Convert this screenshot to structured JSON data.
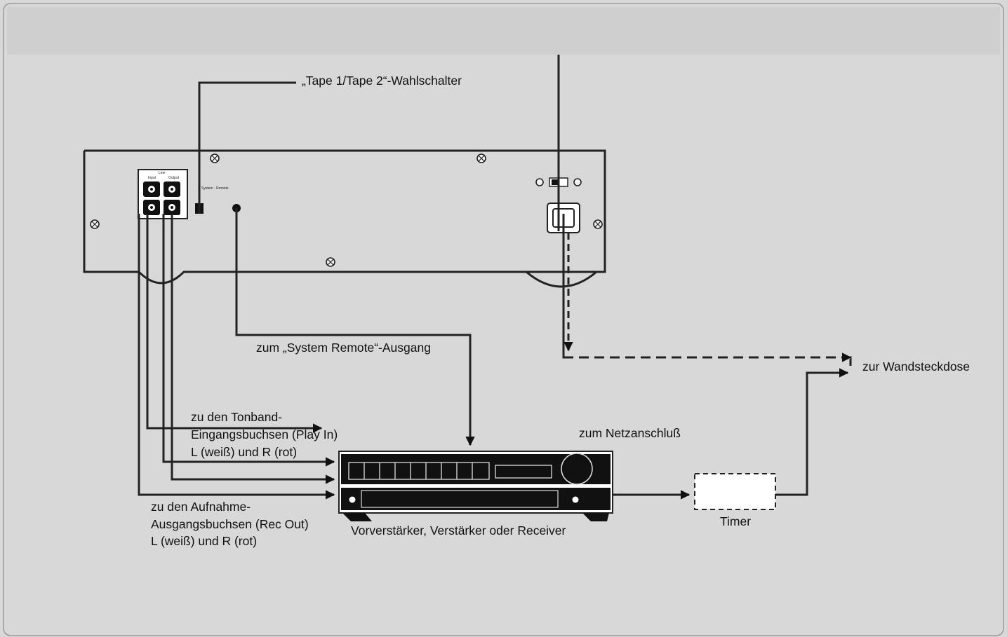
{
  "labels": {
    "selector_switch": "„Tape 1/Tape 2“-Wahlschalter",
    "system_remote_output": "zum „System Remote“-Ausgang",
    "wall_socket": "zur Wandsteckdose",
    "play_in": [
      "zu den Tonband-",
      "Eingangsbuchsen (Play In)",
      "L (weiß) und R (rot)"
    ],
    "rec_out": [
      "zu den Aufnahme-",
      "Ausgangsbuchsen (Rec Out)",
      "L (weiß) und R (rot)"
    ],
    "mains": "zum Netzanschluß",
    "receiver": "Vorverstärker, Verstärker oder Receiver",
    "timer": "Timer"
  },
  "deck_panel": {
    "line_label": "Line",
    "input_label": "Input",
    "output_label": "Output",
    "system_remote_label": "System · Remote"
  }
}
